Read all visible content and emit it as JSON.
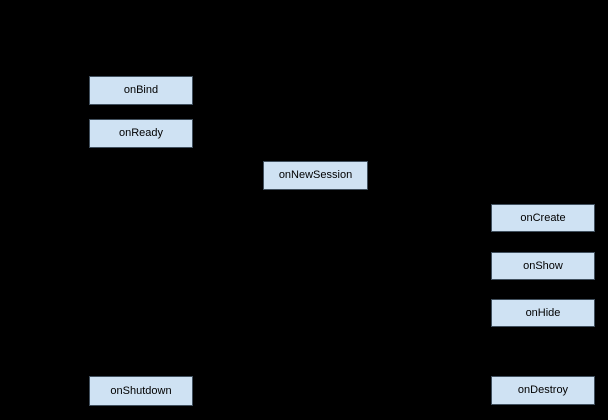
{
  "diagram": {
    "description": "Lifecycle callback diagram on transparent/black background; only callback boxes visible",
    "background_color": "#000000",
    "node_fill_color": "#cfe2f3",
    "node_border_color": "#41505e",
    "node_text_color": "#000000",
    "nodes": [
      {
        "id": "onBind",
        "label": "onBind"
      },
      {
        "id": "onReady",
        "label": "onReady"
      },
      {
        "id": "onNewSession",
        "label": "onNewSession"
      },
      {
        "id": "onCreate",
        "label": "onCreate"
      },
      {
        "id": "onShow",
        "label": "onShow"
      },
      {
        "id": "onHide",
        "label": "onHide"
      },
      {
        "id": "onShutdown",
        "label": "onShutdown"
      },
      {
        "id": "onDestroy",
        "label": "onDestroy"
      }
    ]
  }
}
